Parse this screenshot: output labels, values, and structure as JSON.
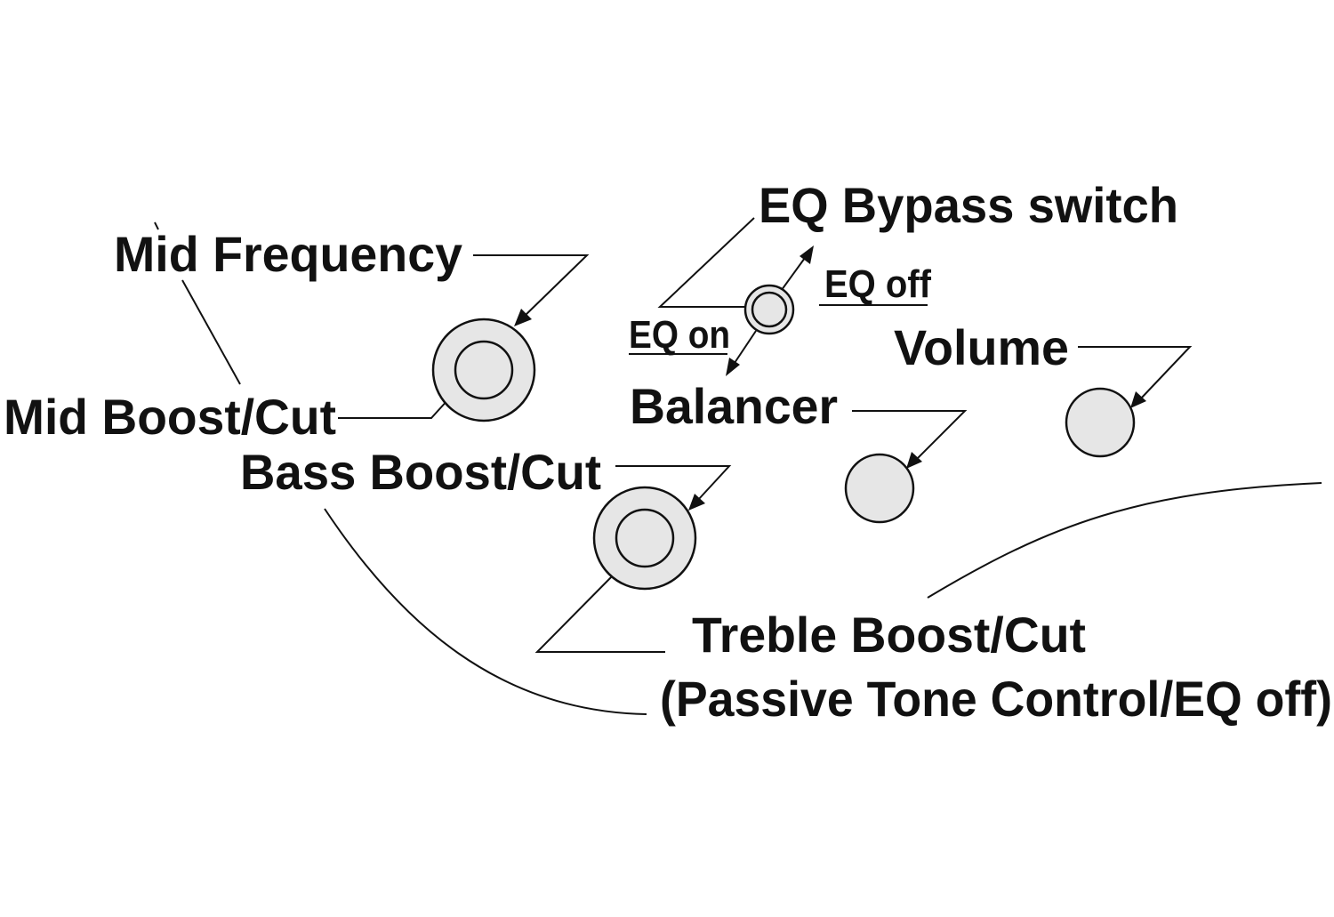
{
  "labels": {
    "mid_frequency": "Mid Frequency",
    "mid_boost_cut": "Mid Boost/Cut",
    "bass_boost_cut": "Bass Boost/Cut",
    "eq_bypass_switch": "EQ Bypass switch",
    "eq_off": "EQ off",
    "eq_on": "EQ on",
    "balancer": "Balancer",
    "volume": "Volume",
    "treble_line1": "Treble Boost/Cut",
    "treble_line2": "(Passive Tone Control/EQ off)"
  },
  "colors": {
    "knob_fill": "#e6e6e6",
    "ink": "#111111",
    "background": "#ffffff"
  }
}
